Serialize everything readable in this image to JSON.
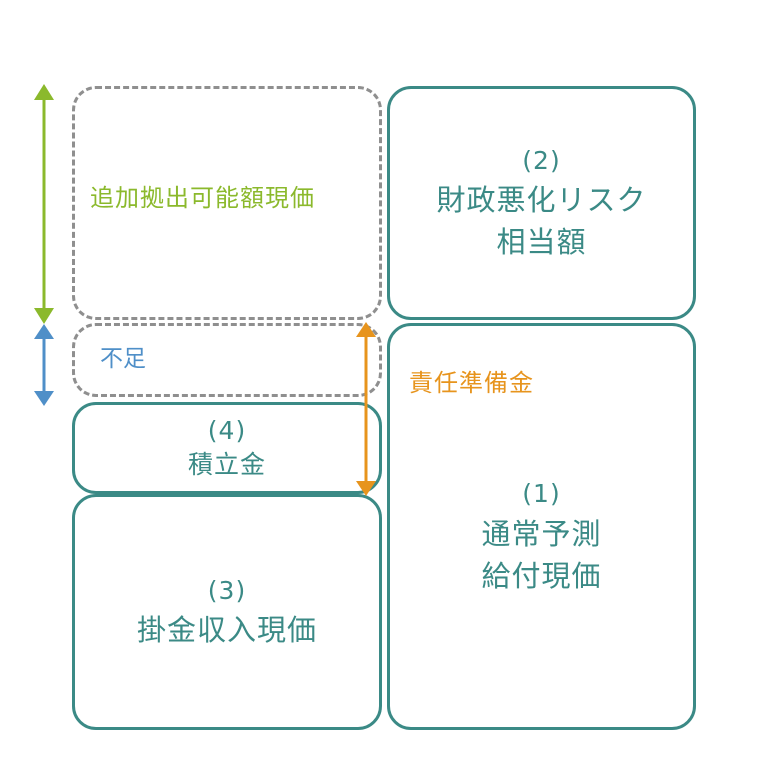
{
  "boxes": {
    "fiscal_risk": {
      "number": "(2)",
      "line1": "財政悪化リスク",
      "line2": "相当額"
    },
    "normal_benefit": {
      "number": "(1)",
      "line1": "通常予測",
      "line2": "給付現価"
    },
    "premium_income": {
      "number": "(3)",
      "line1": "掛金収入現価"
    },
    "reserve": {
      "number": "(4)",
      "line1": "積立金"
    }
  },
  "labels": {
    "additional": "追加拠出可能額現価",
    "shortage": "不足",
    "liability": "責任準備金"
  },
  "colors": {
    "teal": "#3b8a86",
    "gray_dashed": "#8f8f8f",
    "green": "#8bb92c",
    "blue": "#4f8fc8",
    "orange": "#e7941d"
  }
}
